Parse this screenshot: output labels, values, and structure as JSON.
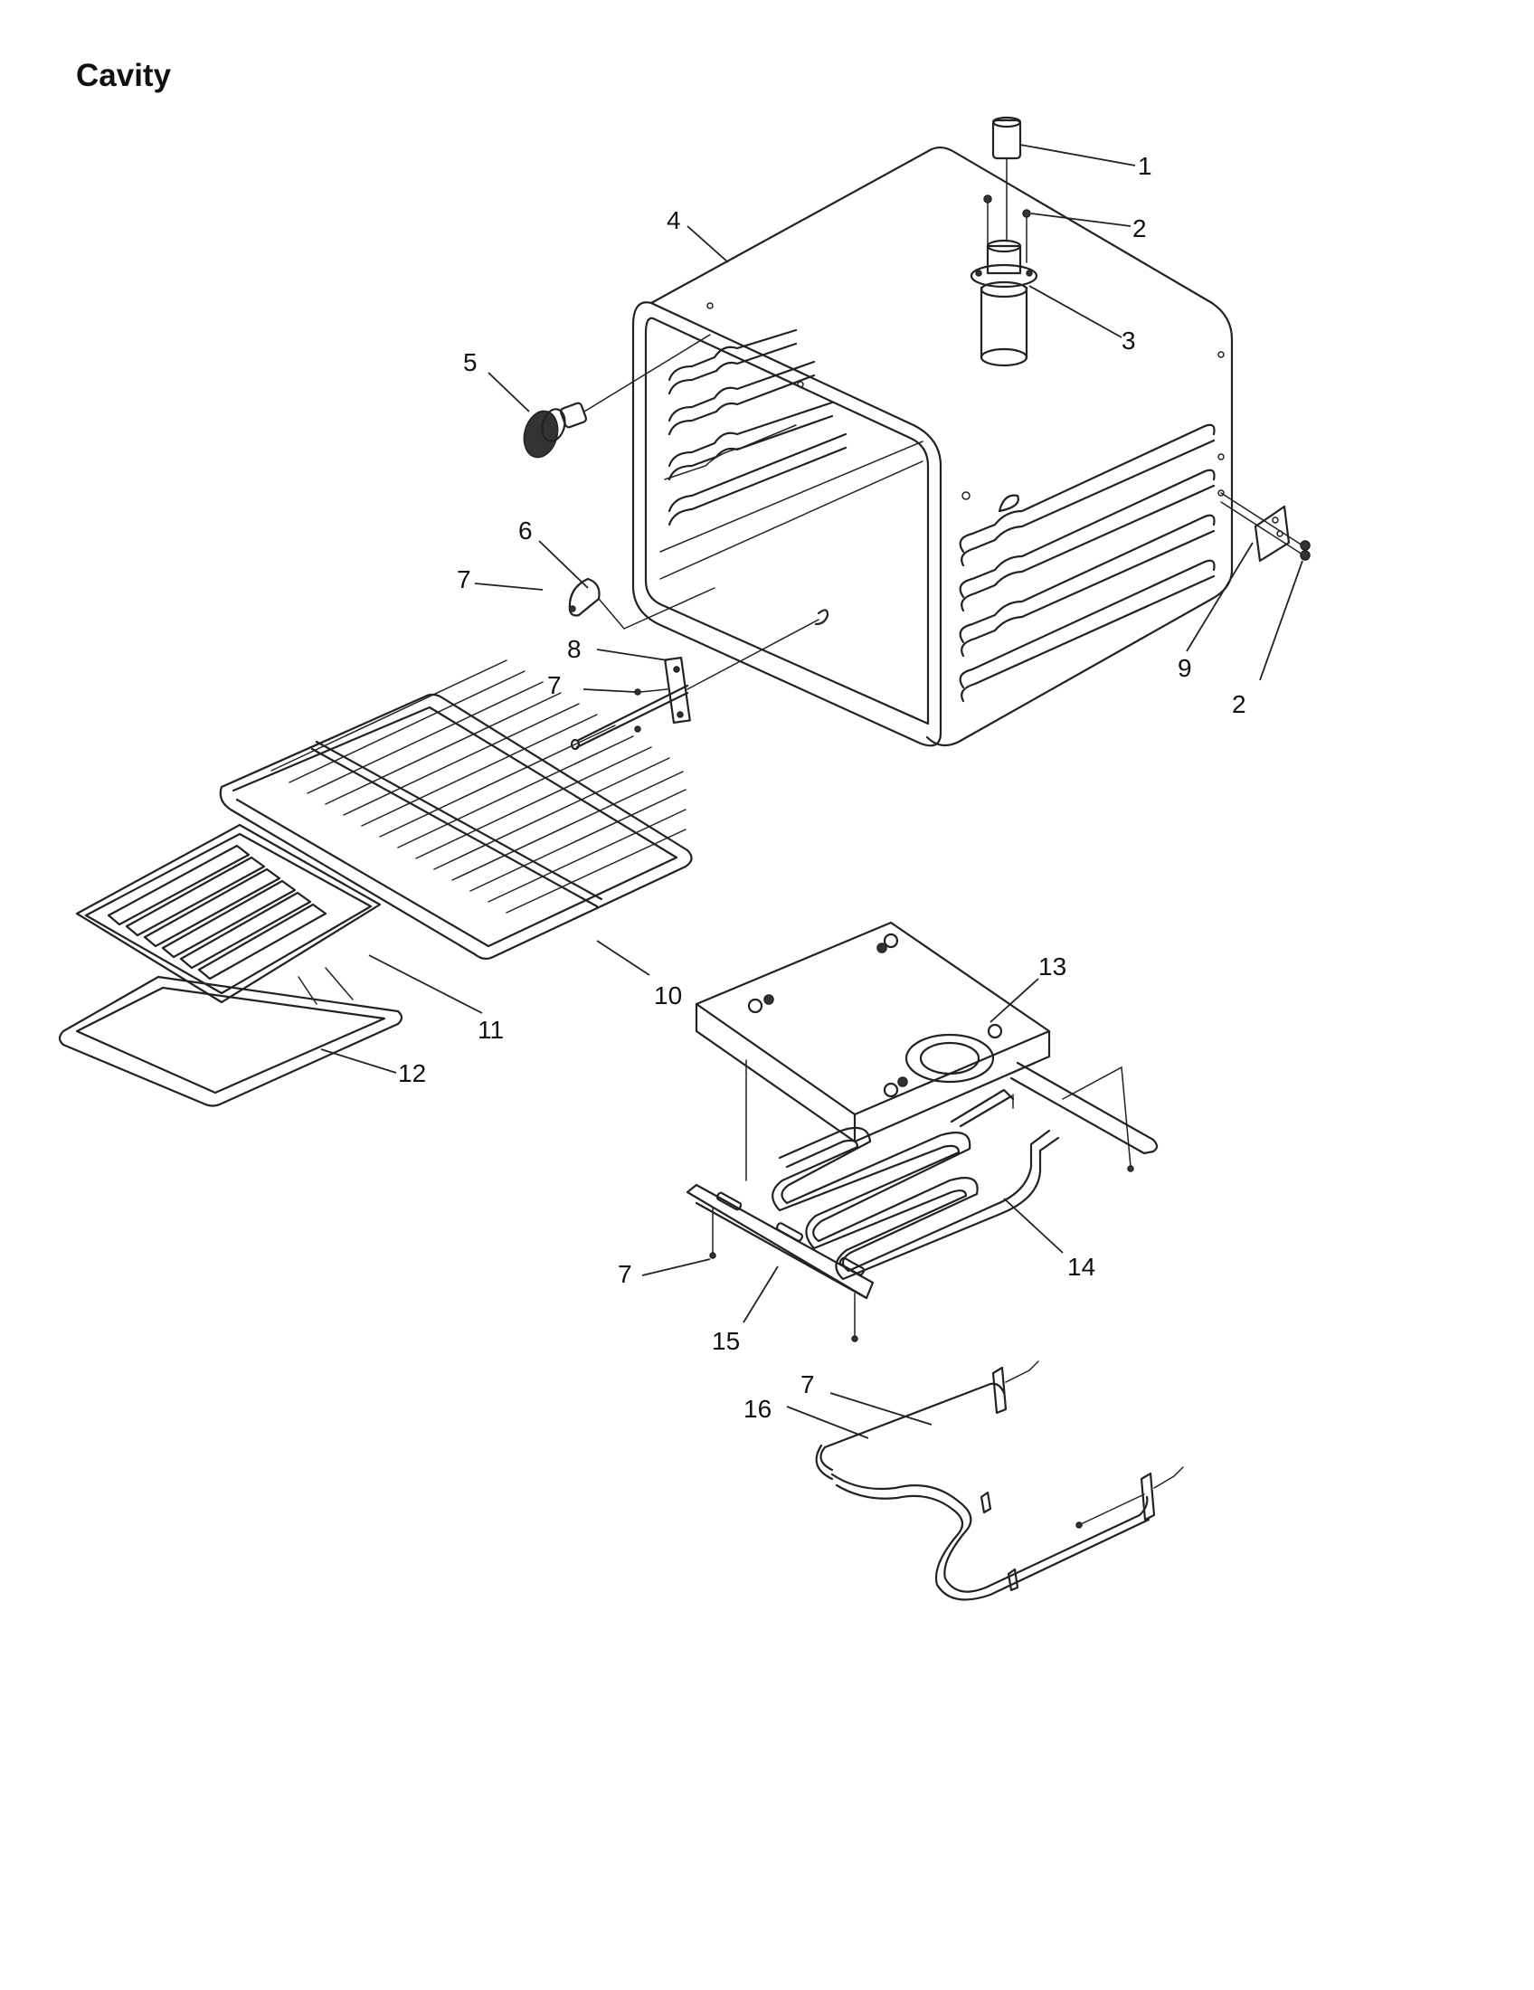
{
  "title": "Cavity",
  "callouts": [
    {
      "id": "c1",
      "label": "1"
    },
    {
      "id": "c2a",
      "label": "2"
    },
    {
      "id": "c3",
      "label": "3"
    },
    {
      "id": "c4",
      "label": "4"
    },
    {
      "id": "c5",
      "label": "5"
    },
    {
      "id": "c6",
      "label": "6"
    },
    {
      "id": "c7a",
      "label": "7"
    },
    {
      "id": "c8",
      "label": "8"
    },
    {
      "id": "c7b",
      "label": "7"
    },
    {
      "id": "c9",
      "label": "9"
    },
    {
      "id": "c2b",
      "label": "2"
    },
    {
      "id": "c10",
      "label": "10"
    },
    {
      "id": "c11",
      "label": "11"
    },
    {
      "id": "c12",
      "label": "12"
    },
    {
      "id": "c13",
      "label": "13"
    },
    {
      "id": "c14",
      "label": "14"
    },
    {
      "id": "c7c",
      "label": "7"
    },
    {
      "id": "c15",
      "label": "15"
    },
    {
      "id": "c7d",
      "label": "7"
    },
    {
      "id": "c16",
      "label": "16"
    }
  ]
}
